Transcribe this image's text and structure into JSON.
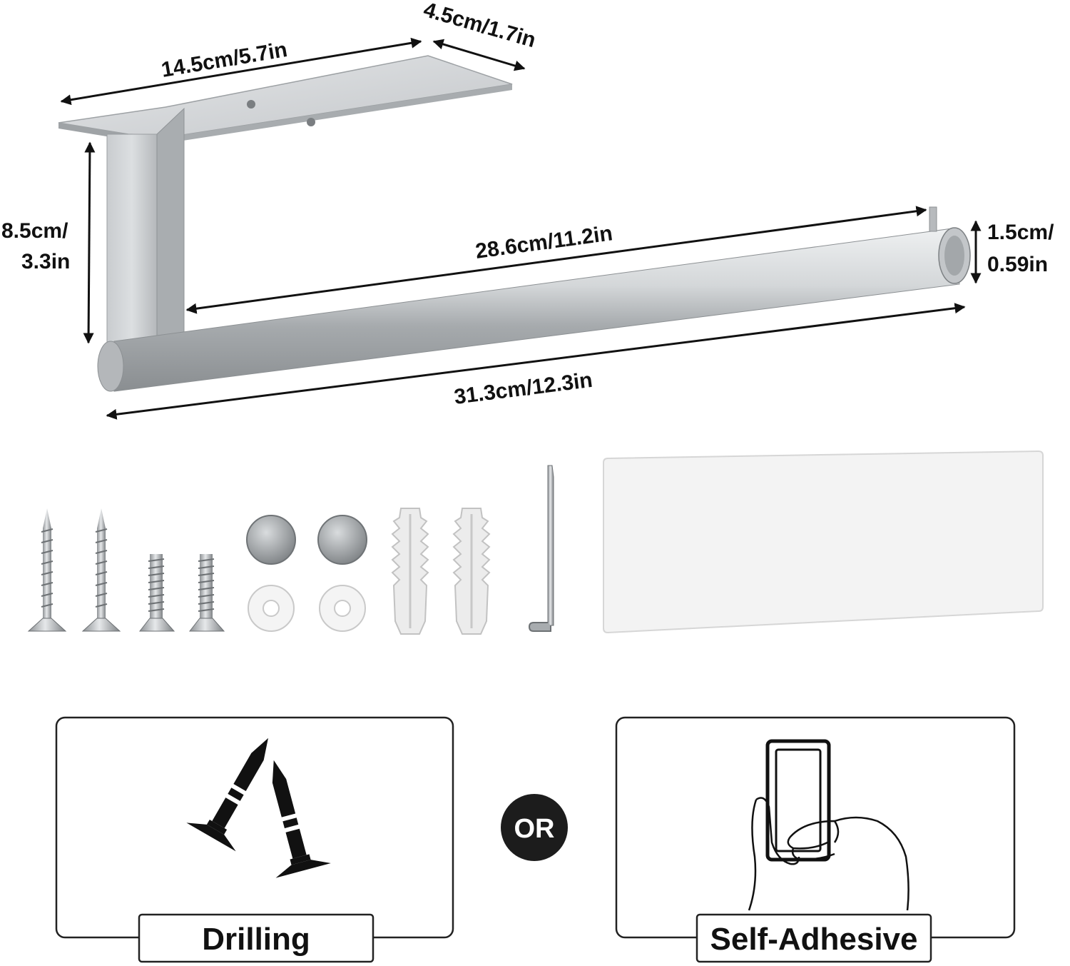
{
  "dimensions": {
    "plate_length": "14.5cm/5.7in",
    "plate_width": "4.5cm/1.7in",
    "height_line1": "8.5cm/",
    "height_line2": "3.3in",
    "usable_length": "28.6cm/11.2in",
    "rod_diameter_line1": "1.5cm/",
    "rod_diameter_line2": "0.59in",
    "total_length": "31.3cm/12.3in"
  },
  "accessories": {
    "items": [
      "wood-screw",
      "wood-screw",
      "machine-screw",
      "machine-screw",
      "screw-cap",
      "screw-cap",
      "washer",
      "washer",
      "wall-anchor",
      "wall-anchor",
      "hex-key",
      "adhesive-pad"
    ]
  },
  "mounting": {
    "drilling_label": "Drilling",
    "or_label": "OR",
    "adhesive_label": "Self-Adhesive"
  },
  "colors": {
    "steel": "#b9bcbf",
    "outline": "#1a1a1a",
    "or_badge": "#1c1c1c"
  }
}
